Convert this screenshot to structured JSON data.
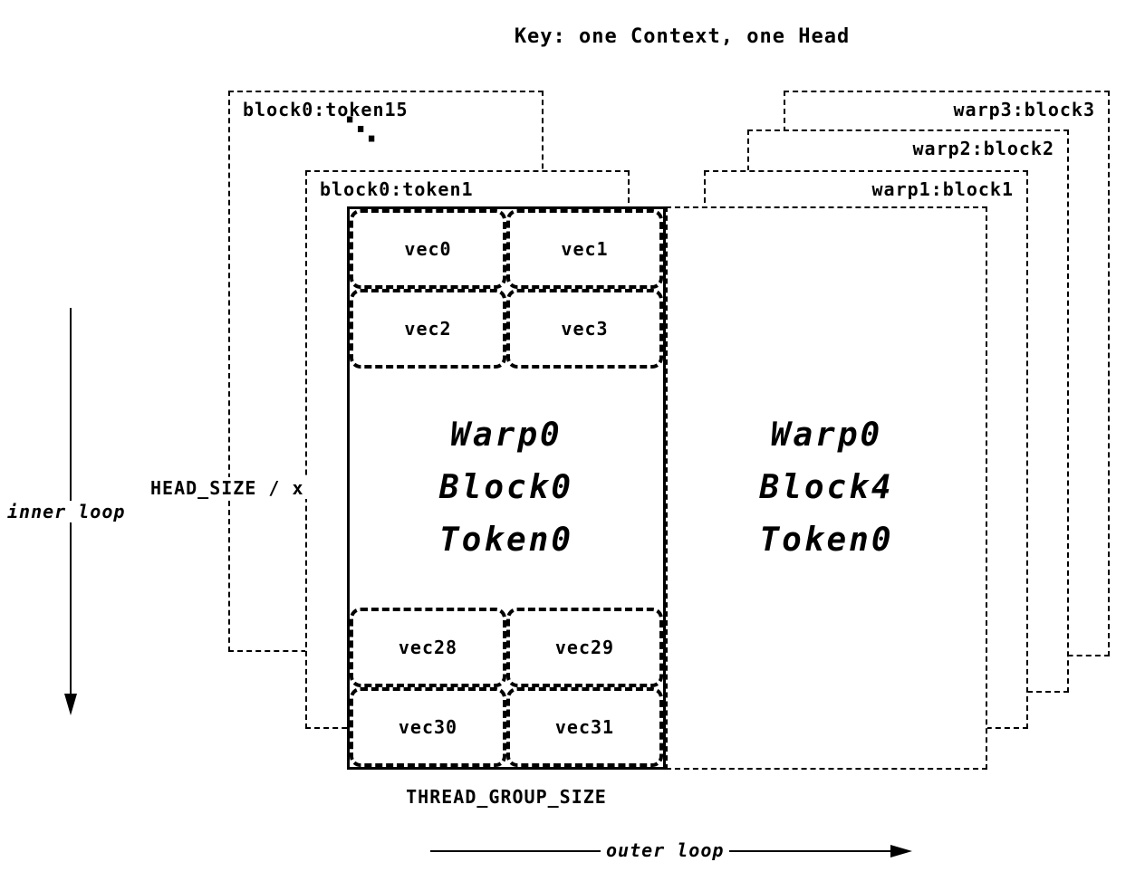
{
  "title": "Key: one Context, one Head",
  "left_stack": {
    "back_box_label": "block0:token15",
    "ellipsis": "⋱",
    "front_box_label": "block0:token1"
  },
  "right_stack": {
    "box_labels": [
      "warp3:block3",
      "warp2:block2",
      "warp1:block1"
    ]
  },
  "block0_box": {
    "top_vecs": [
      "vec0",
      "vec1",
      "vec2",
      "vec3"
    ],
    "label_lines": [
      "Warp0",
      "Block0",
      "Token0"
    ],
    "bottom_vecs": [
      "vec28",
      "vec29",
      "vec30",
      "vec31"
    ]
  },
  "block4_box": {
    "label_lines": [
      "Warp0",
      "Block4",
      "Token0"
    ]
  },
  "annotations": {
    "head_size": "HEAD_SIZE / x",
    "inner_loop": "inner loop",
    "outer_loop": "outer loop",
    "thread_group_size": "THREAD_GROUP_SIZE"
  }
}
